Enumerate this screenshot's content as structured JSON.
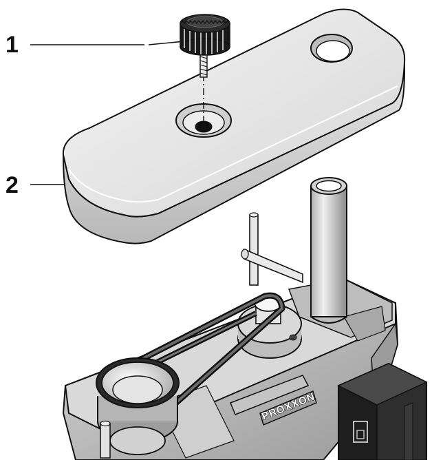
{
  "callouts": [
    {
      "number": "1"
    },
    {
      "number": "2"
    }
  ],
  "brand_plate": {
    "text": "PROXXON"
  },
  "colors": {
    "line": "#111111",
    "light_gray": "#e8e8e8",
    "mid_gray": "#c8c8c8",
    "dark_gray": "#8e8e8e",
    "black": "#111111"
  },
  "icons": [
    "knurled-screw",
    "cover",
    "column",
    "belt",
    "pulley",
    "motor-housing"
  ]
}
